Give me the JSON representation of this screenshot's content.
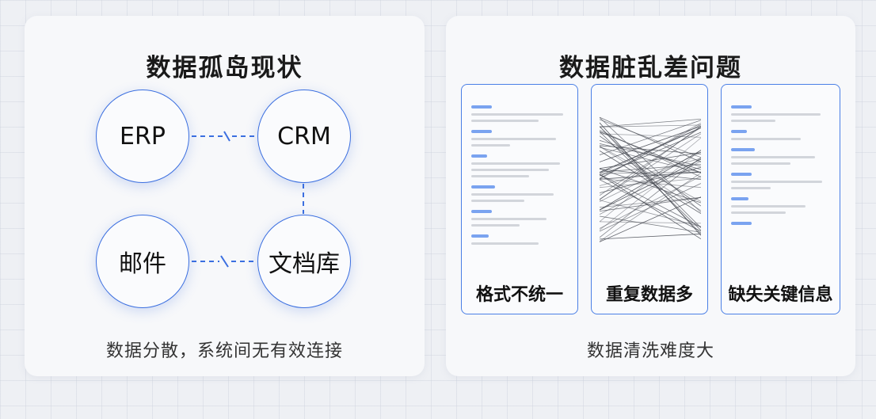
{
  "left_panel": {
    "title": "数据孤岛现状",
    "nodes": [
      "ERP",
      "CRM",
      "邮件",
      "文档库"
    ],
    "caption": "数据分散，系统间无有效连接"
  },
  "right_panel": {
    "title": "数据脏乱差问题",
    "cards": [
      "格式不统一",
      "重复数据多",
      "缺失关键信息"
    ],
    "caption": "数据清洗难度大"
  },
  "colors": {
    "accent": "#3b6fe0",
    "text": "#1a1a1a"
  }
}
